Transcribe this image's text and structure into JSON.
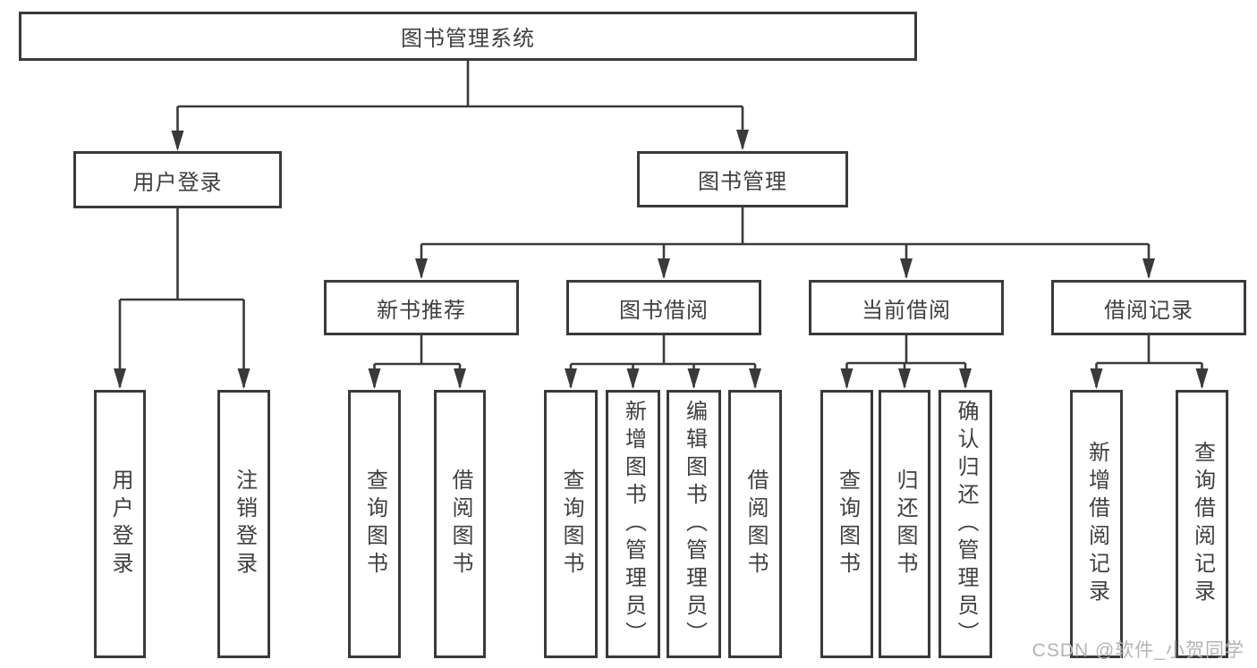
{
  "diagram": {
    "root": {
      "label": "图书管理系统",
      "children": [
        {
          "label": "用户登录",
          "children": [
            {
              "label": "用户登录"
            },
            {
              "label": "注销登录"
            }
          ]
        },
        {
          "label": "图书管理",
          "children": [
            {
              "label": "新书推荐",
              "children": [
                {
                  "label": "查询图书"
                },
                {
                  "label": "借阅图书"
                }
              ]
            },
            {
              "label": "图书借阅",
              "children": [
                {
                  "label": "查询图书"
                },
                {
                  "label": "新增图书（管理员）"
                },
                {
                  "label": "编辑图书（管理员）"
                },
                {
                  "label": "借阅图书"
                }
              ]
            },
            {
              "label": "当前借阅",
              "children": [
                {
                  "label": "查询图书"
                },
                {
                  "label": "归还图书"
                },
                {
                  "label": "确认归还（管理员）"
                }
              ]
            },
            {
              "label": "借阅记录",
              "children": [
                {
                  "label": "新增借阅记录"
                },
                {
                  "label": "查询借阅记录"
                }
              ]
            }
          ]
        }
      ]
    }
  },
  "watermark": {
    "text": "CSDN @软件_小贺同学"
  },
  "colors": {
    "line": "#3a3a3a",
    "text": "#3f3f3f",
    "box_background": "#ffffff",
    "watermark": "#b4b4b4"
  }
}
